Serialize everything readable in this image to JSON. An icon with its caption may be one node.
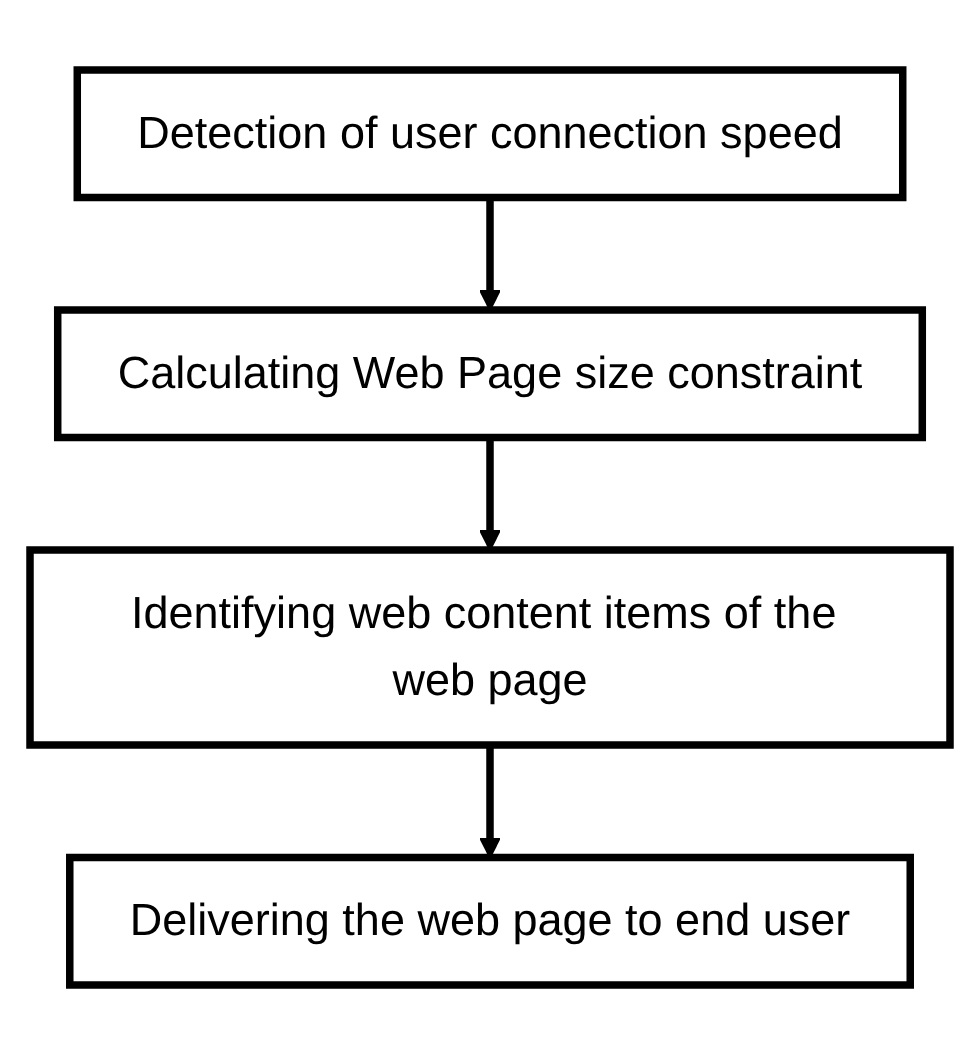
{
  "diagram": {
    "nodes": [
      {
        "text": [
          "Detection of user connection speed"
        ]
      },
      {
        "text": [
          "Calculating Web Page size constraint"
        ]
      },
      {
        "text": [
          "Identifying web content items of the web page"
        ]
      },
      {
        "text": [
          "Delivering the web page to end user"
        ]
      }
    ],
    "edges": [
      {
        "from": 0,
        "to": 1,
        "arrow": "to"
      },
      {
        "from": 1,
        "to": 2,
        "arrow": "to"
      },
      {
        "from": 2,
        "to": 3,
        "arrow": "to"
      }
    ]
  }
}
